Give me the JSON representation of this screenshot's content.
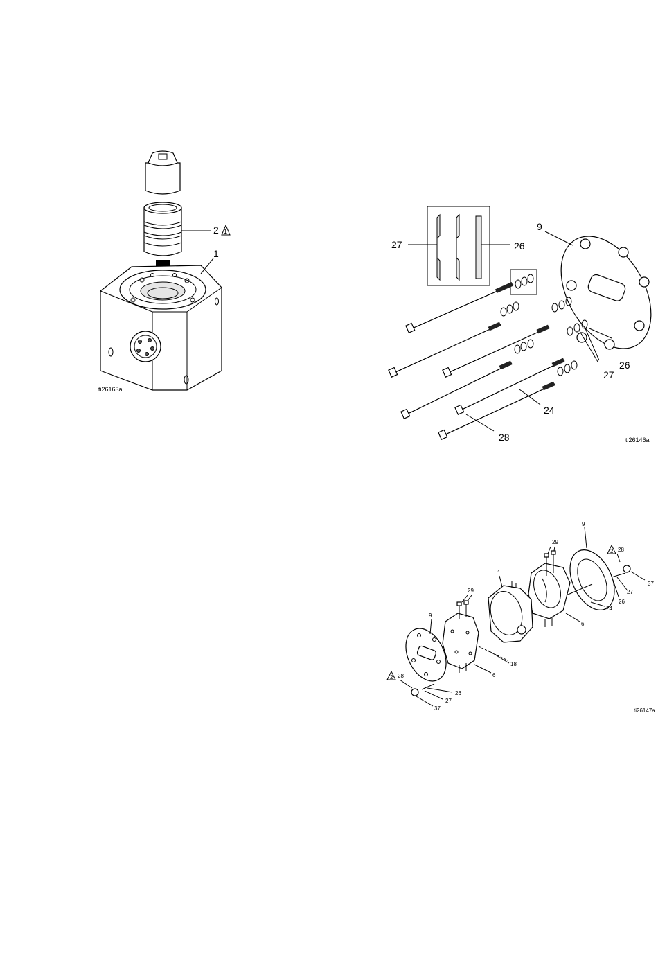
{
  "figures": {
    "fig1": {
      "ref": "ti26163a",
      "callouts": {
        "part2": "2",
        "part2_warning": "1",
        "part1": "1"
      }
    },
    "fig2": {
      "ref": "ti26146a",
      "callouts": {
        "inset_left": "27",
        "inset_right": "26",
        "plate": "9",
        "washer_right_26": "26",
        "washer_right_27": "27",
        "rod": "24",
        "nut": "28"
      }
    },
    "fig3": {
      "ref": "ti26147a",
      "callouts": {
        "plate_right": "9",
        "warning_right_num": "2",
        "warning_right": "28",
        "screws_right": "29",
        "housing": "1",
        "cap_right": "37",
        "washer_right_27": "27",
        "washer_right_26": "26",
        "rod": "24",
        "block_right": "6",
        "screws_left": "29",
        "plate_left": "9",
        "seal": "18",
        "block_left": "6",
        "warning_left_num": "2",
        "warning_left": "28",
        "washer_left_26": "26",
        "washer_left_27": "27",
        "cap_left": "37"
      }
    }
  }
}
